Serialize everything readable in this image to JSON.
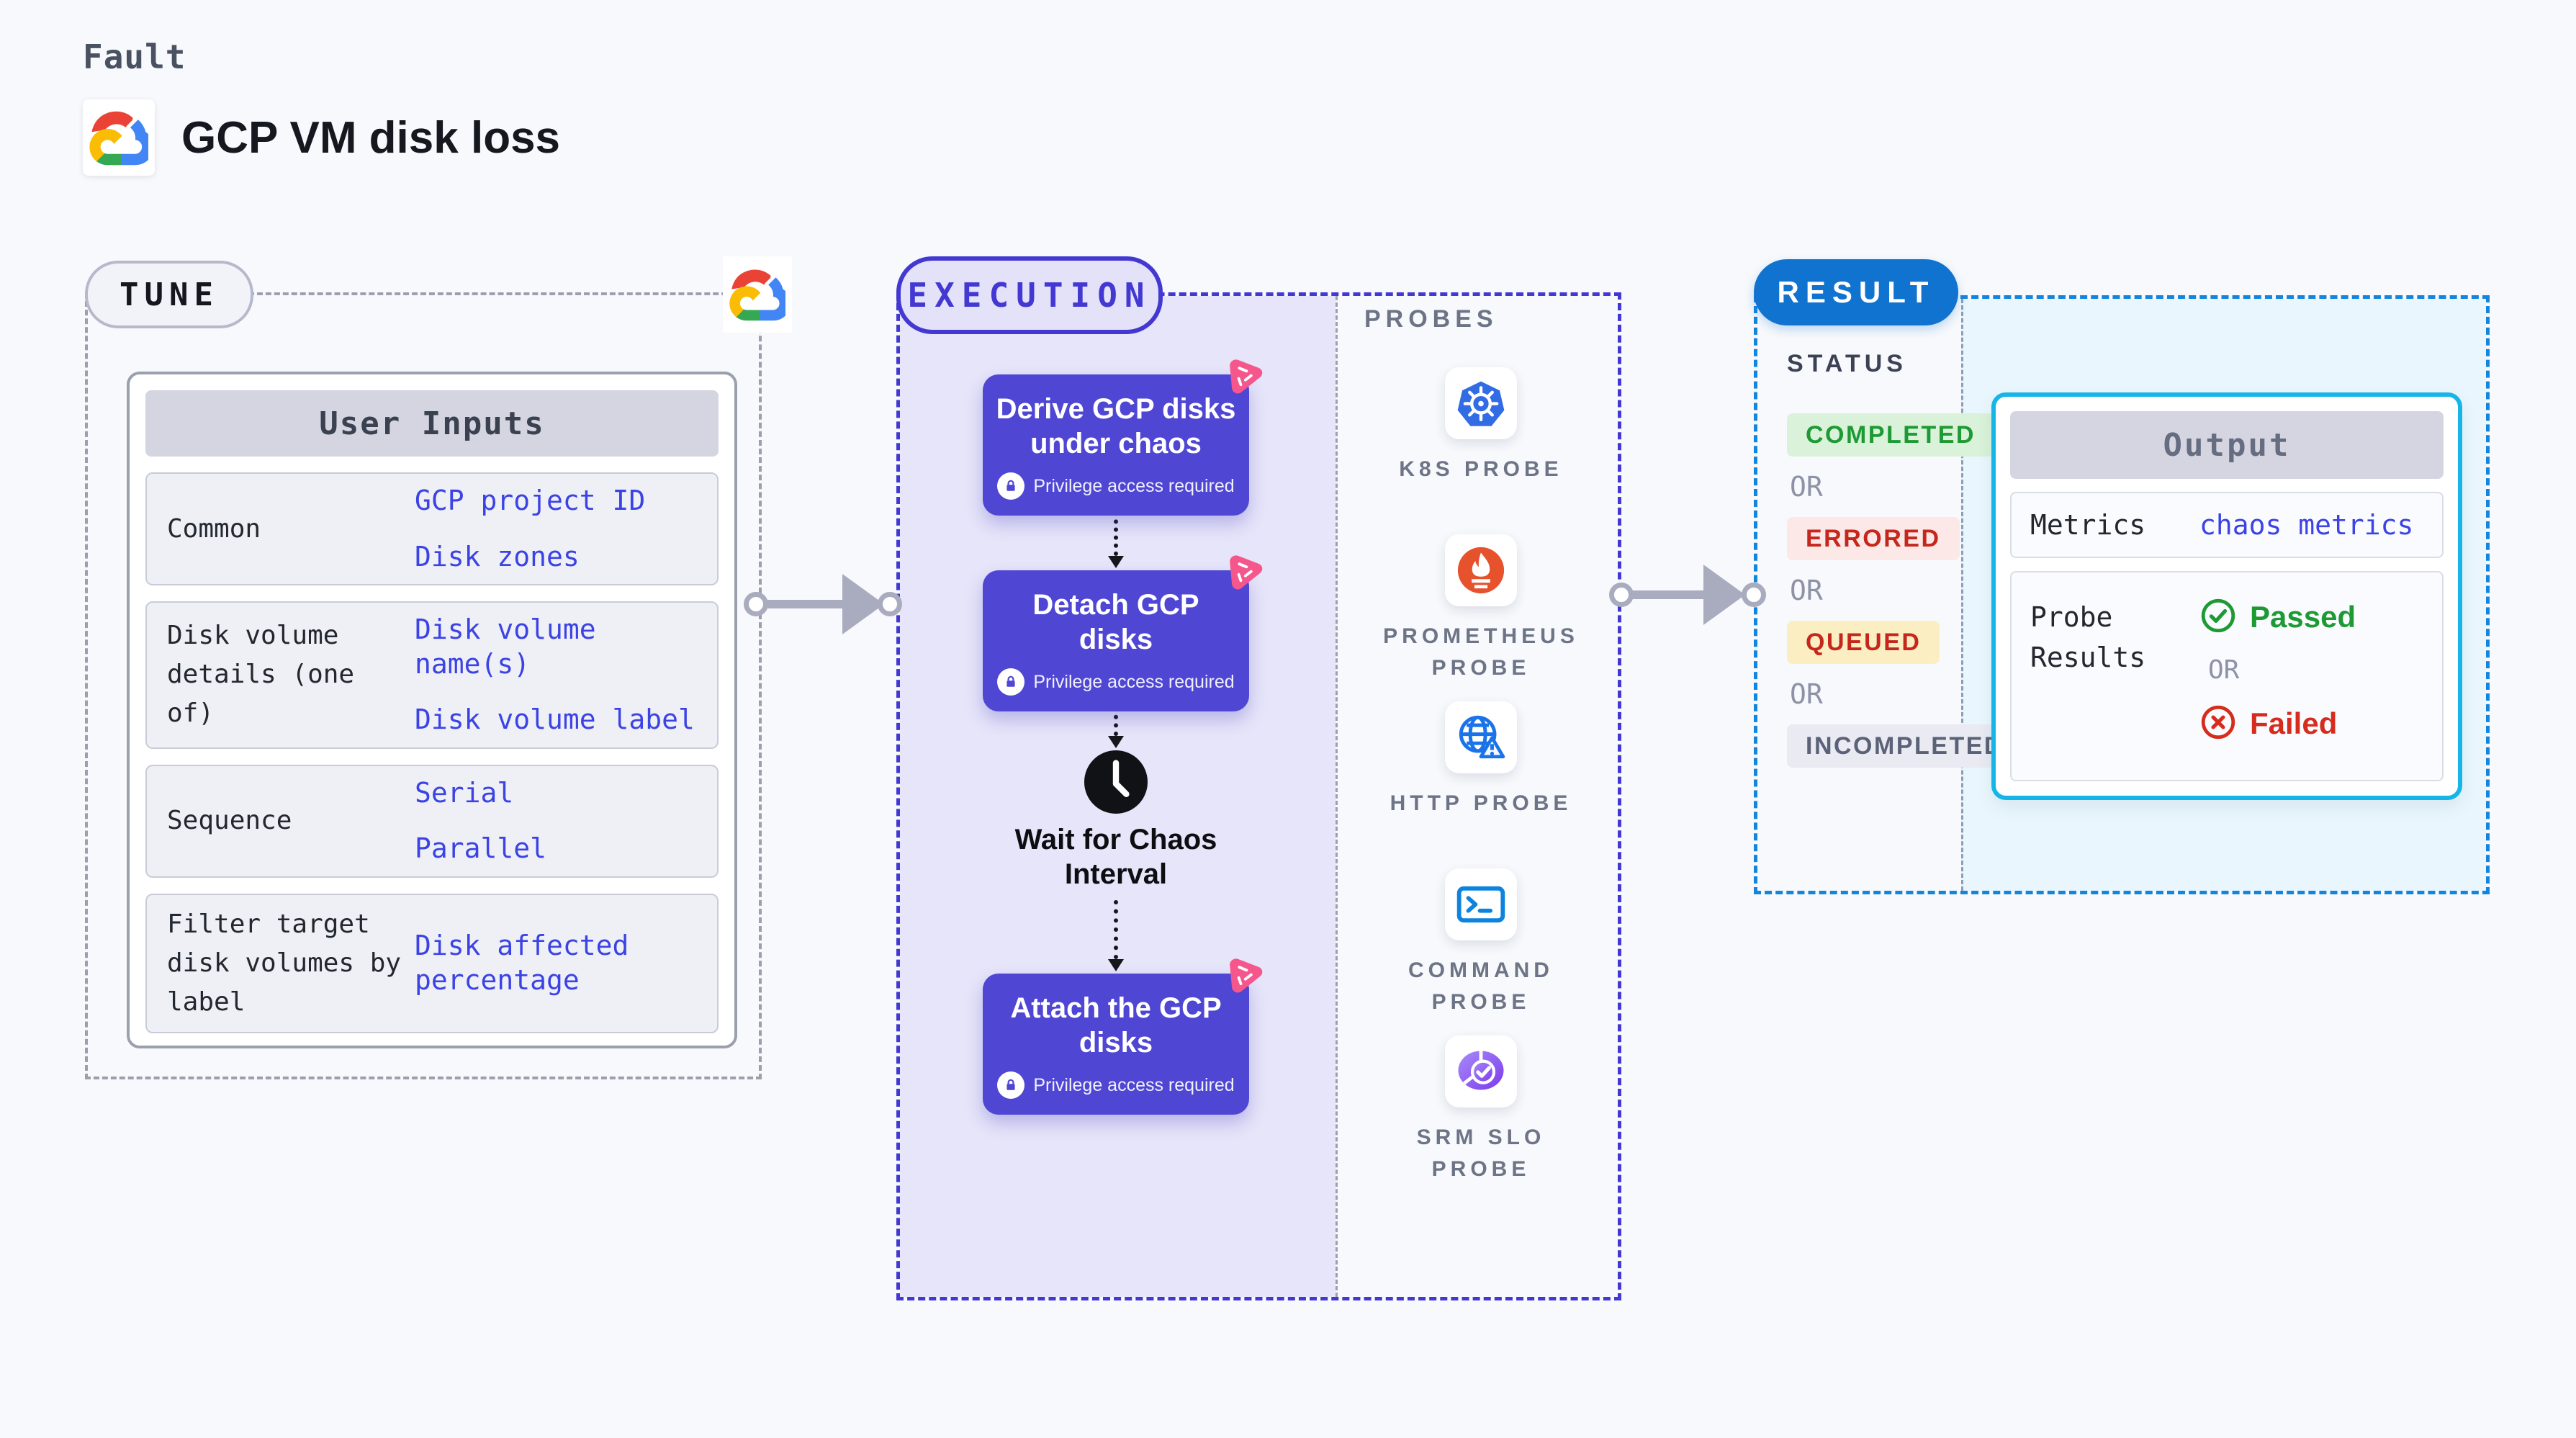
{
  "colors": {
    "page_bg": "#f7f9fc",
    "ink": "#15181e",
    "kicker": "#4a5160",
    "mono_dark": "#23272f",
    "link": "#3c43e4",
    "gray_border": "#9aa0ac",
    "pill_gray_bg": "#f2f3f9",
    "pill_gray_border": "#b6b9cb",
    "table_border": "#9aa0ac",
    "header_bar": "#d4d5e1",
    "header_ink": "#3a4150",
    "row_bg": "#eef0f6",
    "row_border": "#c9ccd8",
    "arrow": "#a9acbf",
    "exec_accent": "#4338d2",
    "exec_fill": "#e6e5f9",
    "exec_pill_bg": "#e3e2f8",
    "node": "#4f46d3",
    "pink": "#f5578c",
    "label_gray": "#6d7486",
    "result_accent": "#1385dd",
    "result_pill": "#1173d0",
    "cyan_fill": "#e9f6fd",
    "divider": "#8aa0b4",
    "output_border": "#16b5e8",
    "status_ink": "#3c4254",
    "or_ink": "#8d92a6",
    "green": "#1d9a34",
    "green_bg": "#d9f2d9",
    "red": "#c5271c",
    "red_bg": "#fce9e7",
    "yellow_bg": "#fbeec3",
    "slate": "#5b6278",
    "slate_bg": "#e9eaf2",
    "fail_red": "#d62c1e"
  },
  "header": {
    "kicker": "Fault",
    "title": "GCP VM disk loss"
  },
  "tune": {
    "label": "TUNE",
    "table": {
      "header": "User Inputs",
      "rows": [
        {
          "label": "Common",
          "values": [
            "GCP project ID",
            "Disk zones"
          ]
        },
        {
          "label": "Disk volume details (one of)",
          "values": [
            "Disk volume name(s)",
            "Disk volume label"
          ]
        },
        {
          "label": "Sequence",
          "values": [
            "Serial",
            "Parallel"
          ]
        },
        {
          "label": "Filter target disk volumes by label",
          "values": [
            "Disk affected percentage"
          ]
        }
      ]
    }
  },
  "execution": {
    "label": "EXECUTION",
    "privilege_note": "Privilege access required",
    "steps": [
      {
        "title": "Derive GCP disks under chaos"
      },
      {
        "title": "Detach GCP disks"
      },
      {
        "title": "Attach the GCP disks"
      }
    ],
    "wait_label": "Wait for Chaos Interval"
  },
  "probes": {
    "label": "PROBES",
    "items": [
      {
        "icon": "k8s-icon",
        "label": "K8S PROBE"
      },
      {
        "icon": "prometheus-icon",
        "label": "PROMETHEUS PROBE"
      },
      {
        "icon": "http-icon",
        "label": "HTTP PROBE"
      },
      {
        "icon": "command-icon",
        "label": "COMMAND PROBE"
      },
      {
        "icon": "srm-slo-icon",
        "label": "SRM SLO PROBE"
      }
    ]
  },
  "result": {
    "label": "RESULT",
    "status": {
      "heading": "STATUS",
      "items": [
        {
          "kind": "completed",
          "text": "COMPLETED"
        },
        {
          "kind": "or",
          "text": "OR"
        },
        {
          "kind": "errored",
          "text": "ERRORED"
        },
        {
          "kind": "or",
          "text": "OR"
        },
        {
          "kind": "queued",
          "text": "QUEUED"
        },
        {
          "kind": "or",
          "text": "OR"
        },
        {
          "kind": "incompleted",
          "text": "INCOMPLETED"
        }
      ]
    },
    "output": {
      "header": "Output",
      "metrics_label": "Metrics",
      "metrics_value": "chaos metrics",
      "probe_results_label": "Probe Results",
      "passed": "Passed",
      "or": "OR",
      "failed": "Failed"
    }
  }
}
